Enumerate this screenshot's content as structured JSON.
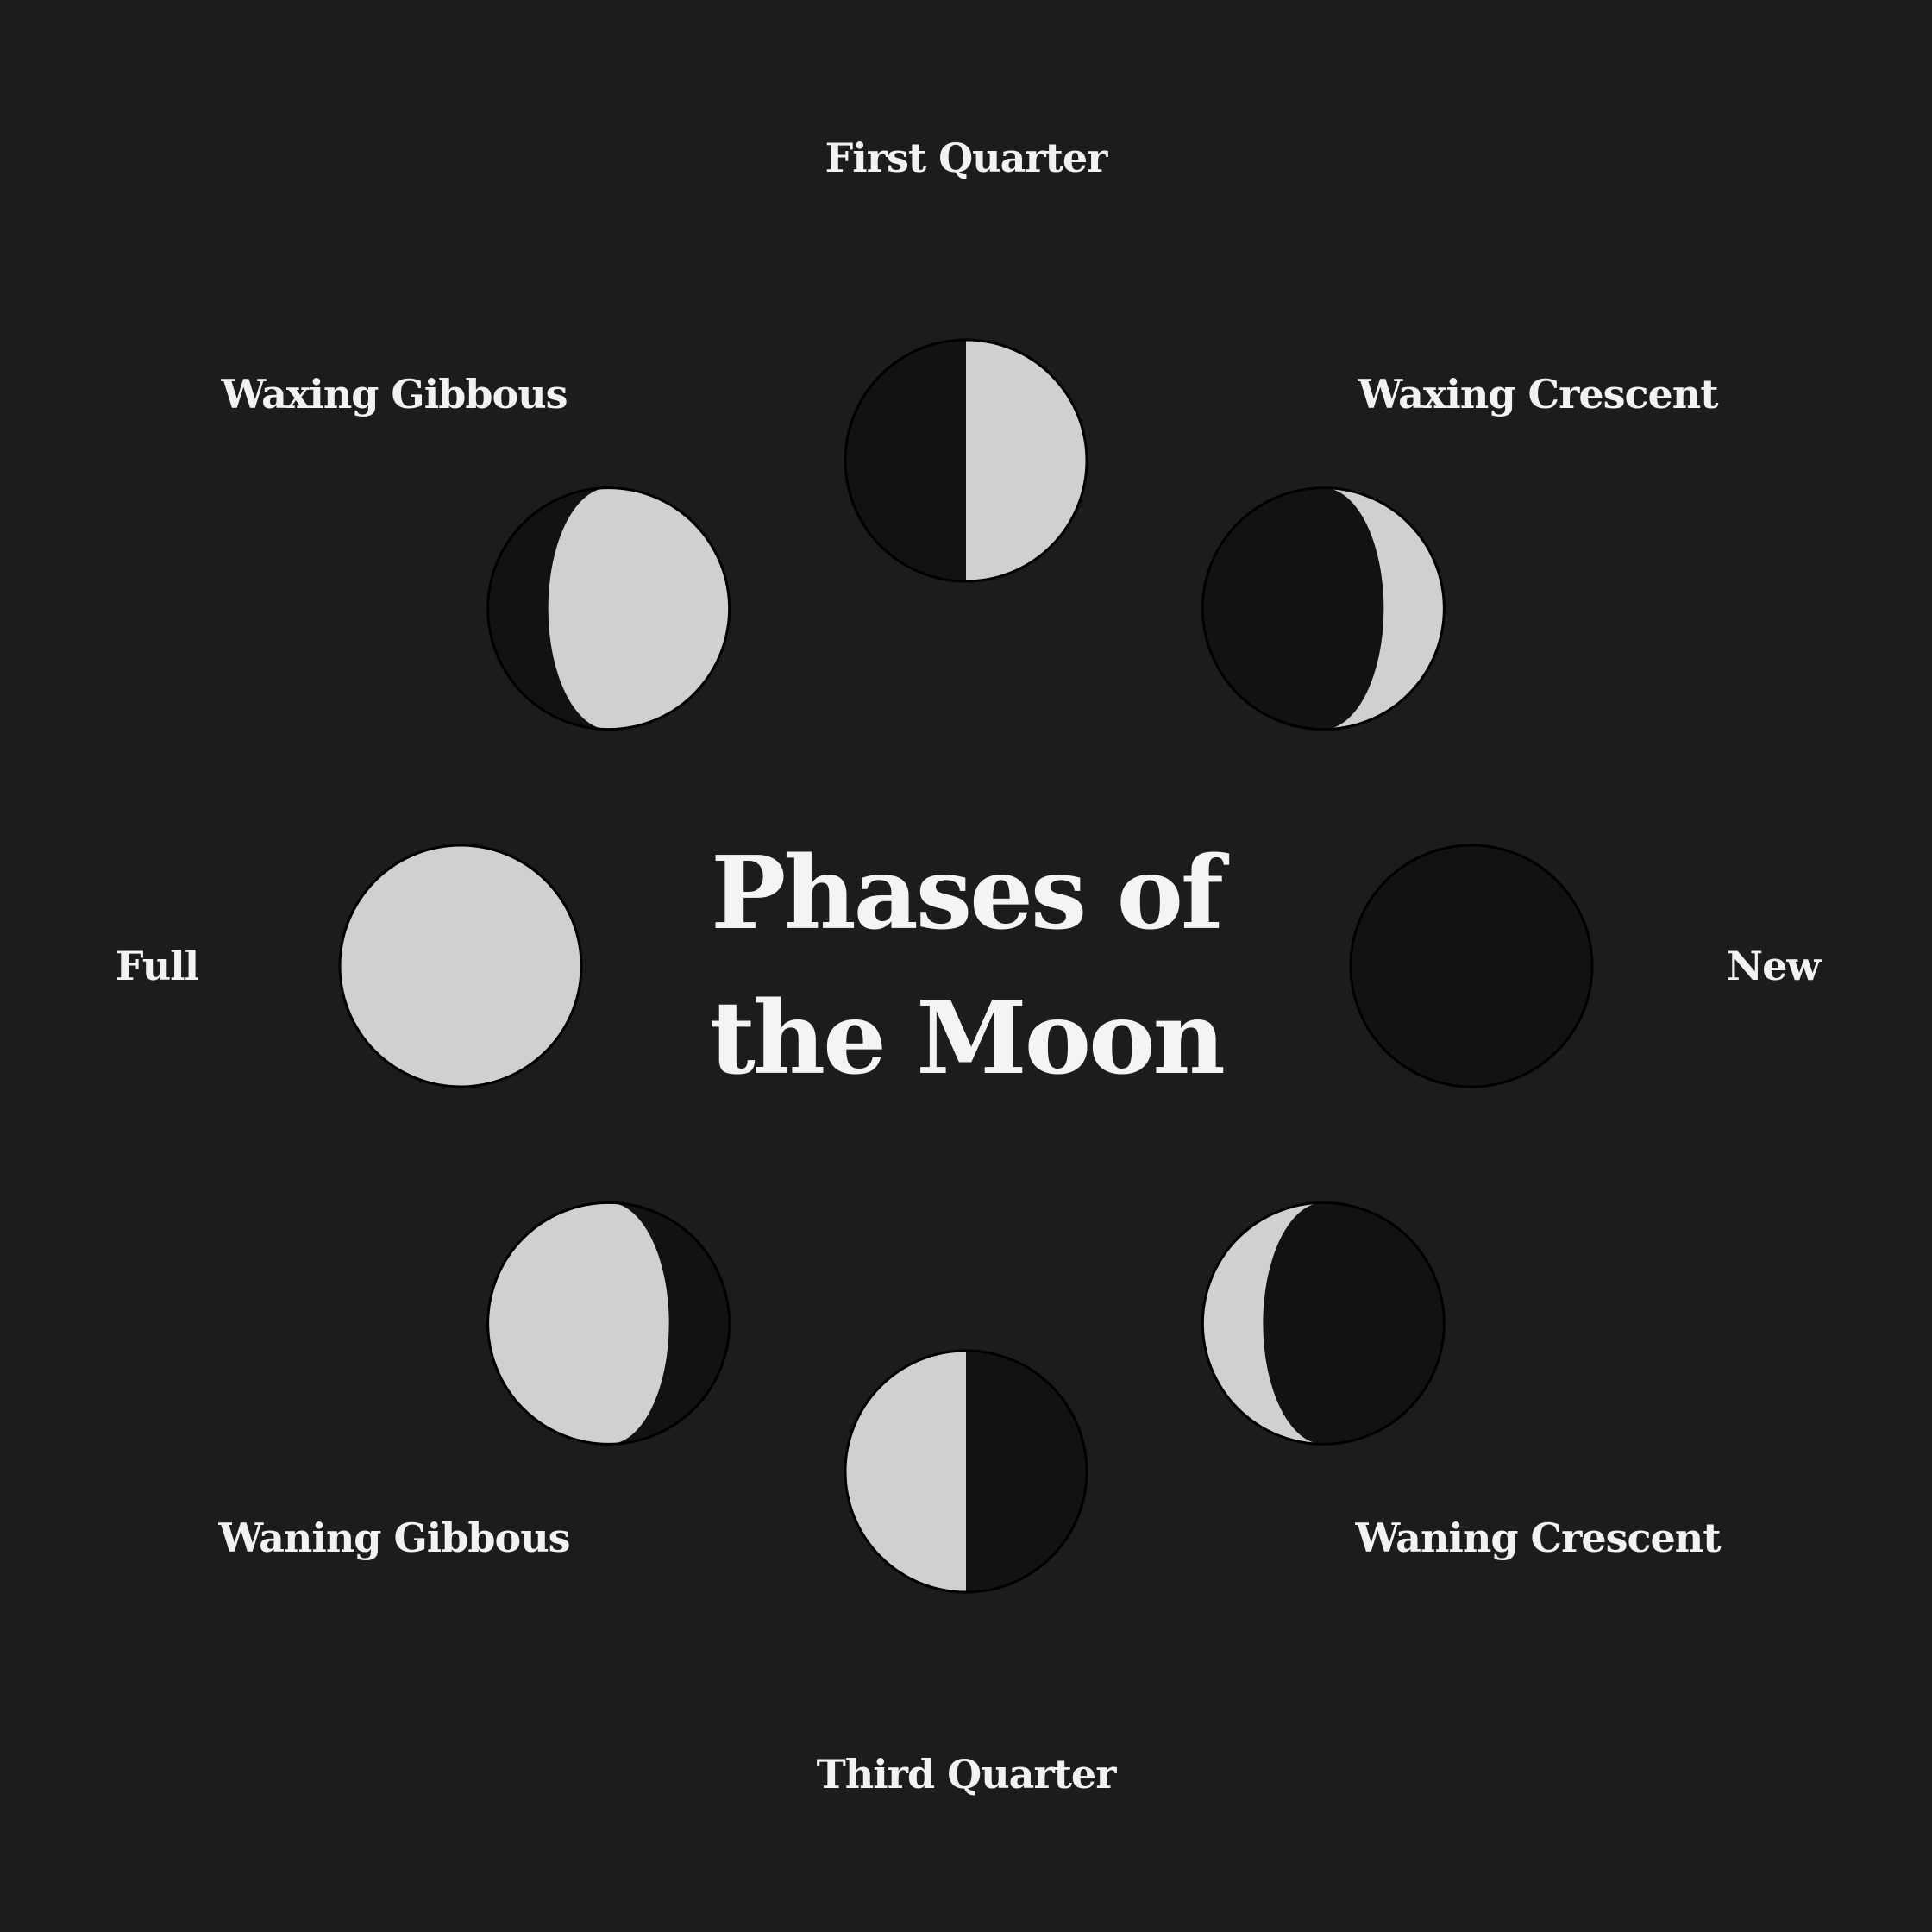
{
  "title": {
    "line1": "Phases of",
    "line2": "the Moon"
  },
  "colors": {
    "background": "#1c1c1c",
    "lit": "#d0d0d0",
    "dark": "#121212",
    "outline": "#000000",
    "text": "#f2f2f2"
  },
  "phases": [
    {
      "key": "new",
      "label": "New",
      "illumination": 0.0,
      "lit_side": "none"
    },
    {
      "key": "waxing-crescent",
      "label": "Waxing Crescent",
      "illumination": 0.25,
      "lit_side": "right"
    },
    {
      "key": "first-quarter",
      "label": "First Quarter",
      "illumination": 0.5,
      "lit_side": "right"
    },
    {
      "key": "waxing-gibbous",
      "label": "Waxing Gibbous",
      "illumination": 0.75,
      "lit_side": "right"
    },
    {
      "key": "full",
      "label": "Full",
      "illumination": 1.0,
      "lit_side": "all"
    },
    {
      "key": "waning-gibbous",
      "label": "Waning Gibbous",
      "illumination": 0.75,
      "lit_side": "left"
    },
    {
      "key": "third-quarter",
      "label": "Third Quarter",
      "illumination": 0.5,
      "lit_side": "left"
    },
    {
      "key": "waning-crescent",
      "label": "Waning Crescent",
      "illumination": 0.25,
      "lit_side": "left"
    }
  ]
}
